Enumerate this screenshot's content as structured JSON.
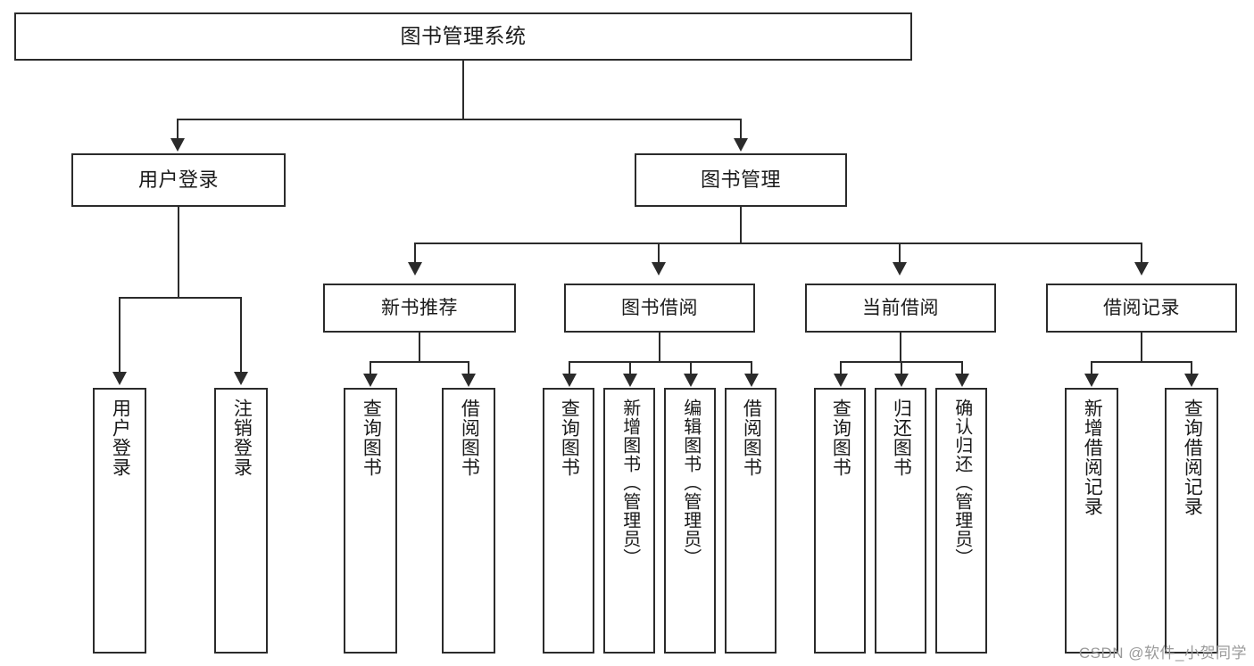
{
  "diagram": {
    "title": "图书管理系统",
    "type": "tree-hierarchy-diagram",
    "watermark": "CSDN @软件_小贺同学",
    "colors": {
      "background": "#ffffff",
      "stroke": "#2b2b2b",
      "text": "#1a1a1a",
      "watermark": "#9a9a9a"
    },
    "root": {
      "label": "图书管理系统"
    },
    "level1": [
      {
        "label": "用户登录"
      },
      {
        "label": "图书管理"
      }
    ],
    "level2": [
      {
        "label": "新书推荐"
      },
      {
        "label": "图书借阅"
      },
      {
        "label": "当前借阅"
      },
      {
        "label": "借阅记录"
      }
    ],
    "leaves": {
      "user_login": [
        {
          "label": "用户登录"
        },
        {
          "label": "注销登录"
        }
      ],
      "new_book_recommend": [
        {
          "label": "查询图书"
        },
        {
          "label": "借阅图书"
        }
      ],
      "book_borrow": [
        {
          "label": "查询图书"
        },
        {
          "label": "新增图书（管理员）"
        },
        {
          "label": "编辑图书（管理员）"
        },
        {
          "label": "借阅图书"
        }
      ],
      "current_borrow": [
        {
          "label": "查询图书"
        },
        {
          "label": "归还图书"
        },
        {
          "label": "确认归还（管理员）"
        }
      ],
      "borrow_record": [
        {
          "label": "新增借阅记录"
        },
        {
          "label": "查询借阅记录"
        }
      ]
    }
  }
}
